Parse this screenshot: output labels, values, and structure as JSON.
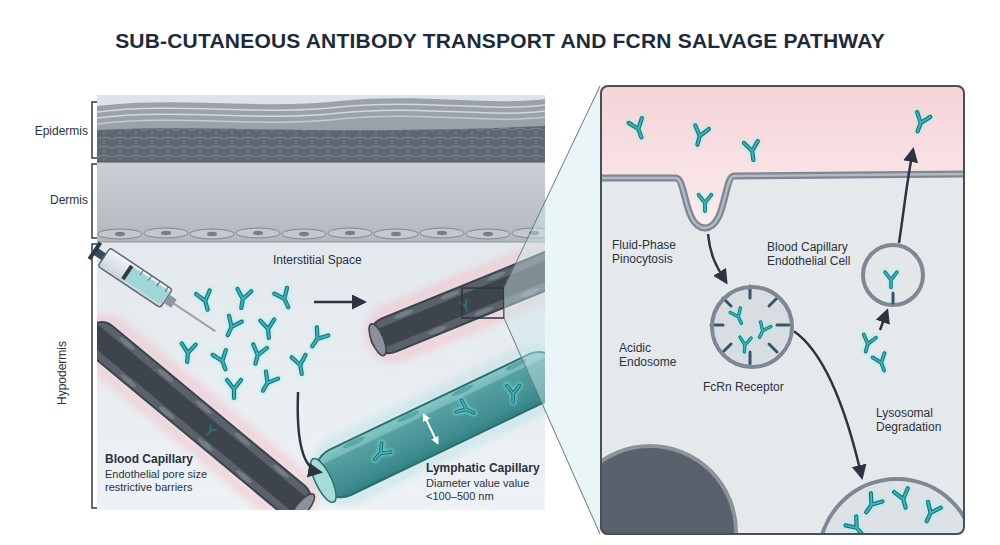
{
  "diagram": {
    "title": "SUB-CUTANEOUS ANTIBODY TRANSPORT AND FCRN SALVAGE PATHWAY",
    "nodes": [
      {
        "text": [
          "Interstitial Space"
        ]
      },
      {
        "text": [
          "Blood Capillary",
          "Endothelial pore size restrictive barriers"
        ]
      },
      {
        "text": [
          "Lymphatic Capillary",
          "Diameter value value <100–500 nm"
        ]
      },
      {
        "text": [
          "Blood Capillary Endothelial Cell"
        ]
      },
      {
        "text": [
          "Acidic Endosome"
        ],
        "in": 3
      },
      {
        "text": [
          "Lysosomal Degradation"
        ],
        "in": 3
      }
    ],
    "edges": [
      {
        "from": 0,
        "to": 2,
        "arrow": "to"
      },
      {
        "from": 4,
        "to": 5,
        "arrow": "to"
      }
    ],
    "labels": [
      "Epidermis",
      "Dermis",
      "Hypodermis",
      "Fluid-Phase Pinocytosis",
      "FcRn Receptor"
    ]
  }
}
